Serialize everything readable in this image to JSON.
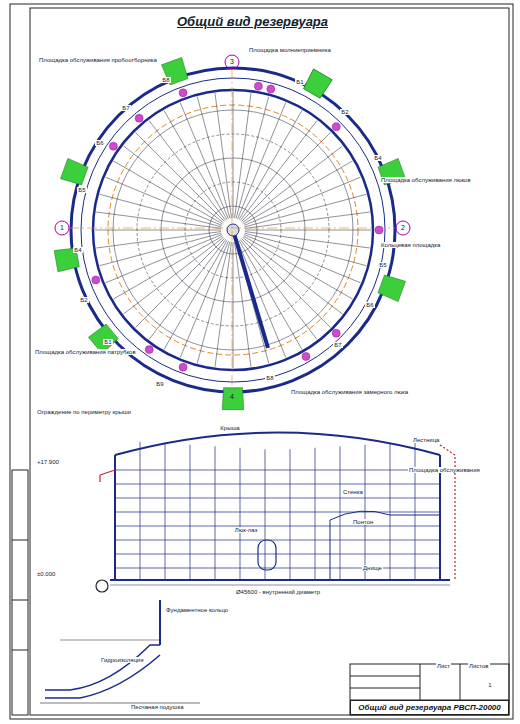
{
  "diagram": {
    "title": "Общий вид резервуара",
    "nodes": [
      {
        "text": [
          "Общий вид резервуара РВСП-20000"
        ]
      }
    ],
    "labels": [
      "Б1",
      "Б2",
      "Б4",
      "Б5",
      "Б6",
      "Б7",
      "Б8",
      "Б9",
      "Б1",
      "Б2",
      "Б4",
      "Б5",
      "Б6",
      "Б7",
      "Б8",
      "Площадка обслуживания пробоотборника",
      "Площадка молниеприемника",
      "Площадка обслуживания люков",
      "Площадка обслуживания патрубков",
      "Кольцевая площадка",
      "Площадка обслуживания замерного люка",
      "1",
      "2",
      "3",
      "4",
      "Ограждение по периметру крыши",
      "Крыша",
      "Стенка",
      "Понтон",
      "Лестница",
      "Люк-лаз",
      "Днище",
      "Площадка обслуживания",
      "Ø45600 - внутренний диаметр",
      "+17.900",
      "±0.000",
      "Фундаментное кольцо",
      "Гидроизоляция",
      "Песчаная подушка",
      "Лист",
      "Листов",
      "1"
    ]
  }
}
